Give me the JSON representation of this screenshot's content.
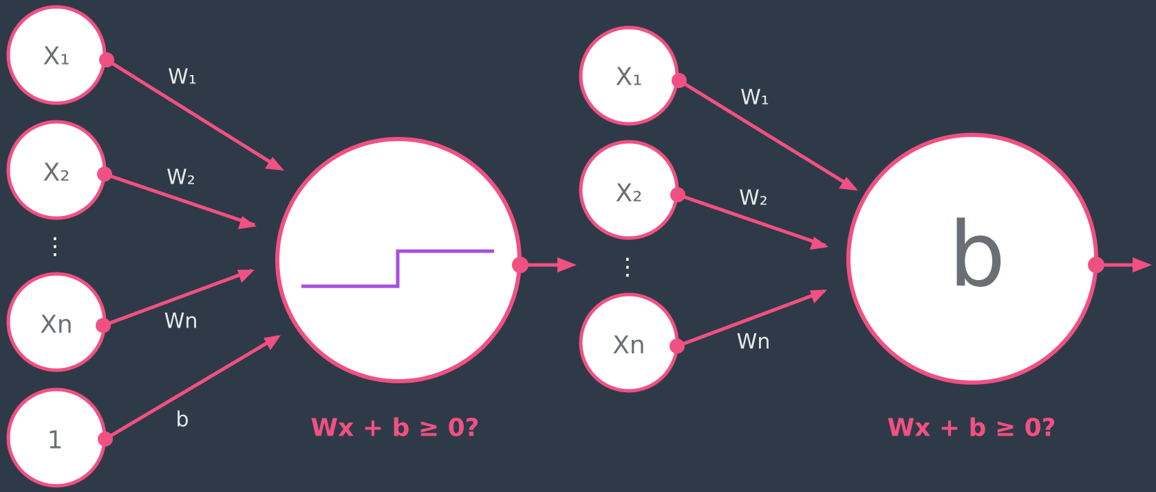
{
  "colors": {
    "background": "#2e3a47",
    "accent": "#f25082",
    "node_fill": "#ffffff",
    "node_text": "#6b6f75",
    "step": "#a64ee0",
    "weight_text": "#e6e8ea"
  },
  "left_perceptron": {
    "inputs": [
      "X₁",
      "X₂",
      "Xn",
      "1"
    ],
    "ellipsis": "⋮",
    "weights": [
      "W₁",
      "W₂",
      "Wn",
      "b"
    ],
    "activation_icon": "step-function",
    "formula": "Wx + b ≥ 0?"
  },
  "right_perceptron": {
    "inputs": [
      "X₁",
      "X₂",
      "Xn"
    ],
    "ellipsis": "⋮",
    "weights": [
      "W₁",
      "W₂",
      "Wn"
    ],
    "node_label": "b",
    "formula": "Wx + b ≥ 0?"
  }
}
